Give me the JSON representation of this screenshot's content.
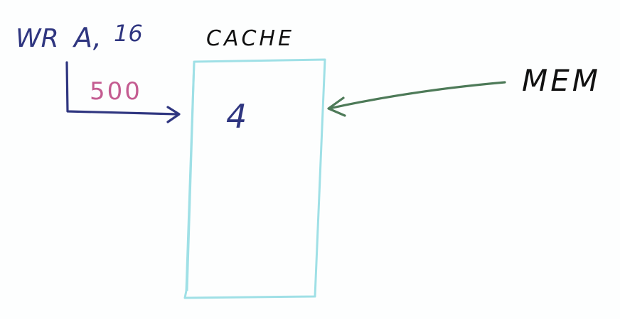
{
  "diagram": {
    "instruction": {
      "op": "WR",
      "operand": "A,",
      "value": "16"
    },
    "write_value": "500",
    "cache_label": "CACHE",
    "cache_contents": "4",
    "mem_label": "MEM"
  },
  "colors": {
    "instruction": "#2f3680",
    "write_value": "#c45c91",
    "cache_border": "#9fe0e6",
    "cache_contents": "#2f3680",
    "labels": "#111111",
    "mem_arrow": "#4d7a58"
  }
}
